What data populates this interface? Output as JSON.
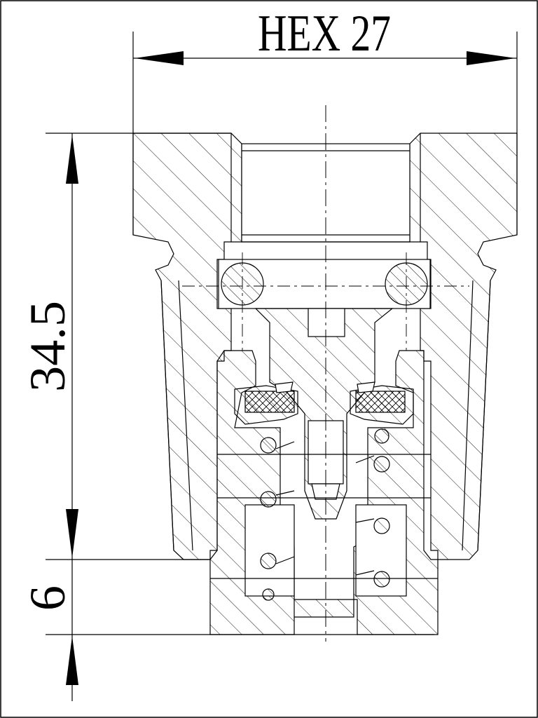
{
  "drawing": {
    "dimensions": {
      "hex_label": "HEX 27",
      "height_label": "34.5",
      "bottom_label": "6"
    }
  },
  "colors": {
    "line": "#000000",
    "background": "#ffffff"
  }
}
